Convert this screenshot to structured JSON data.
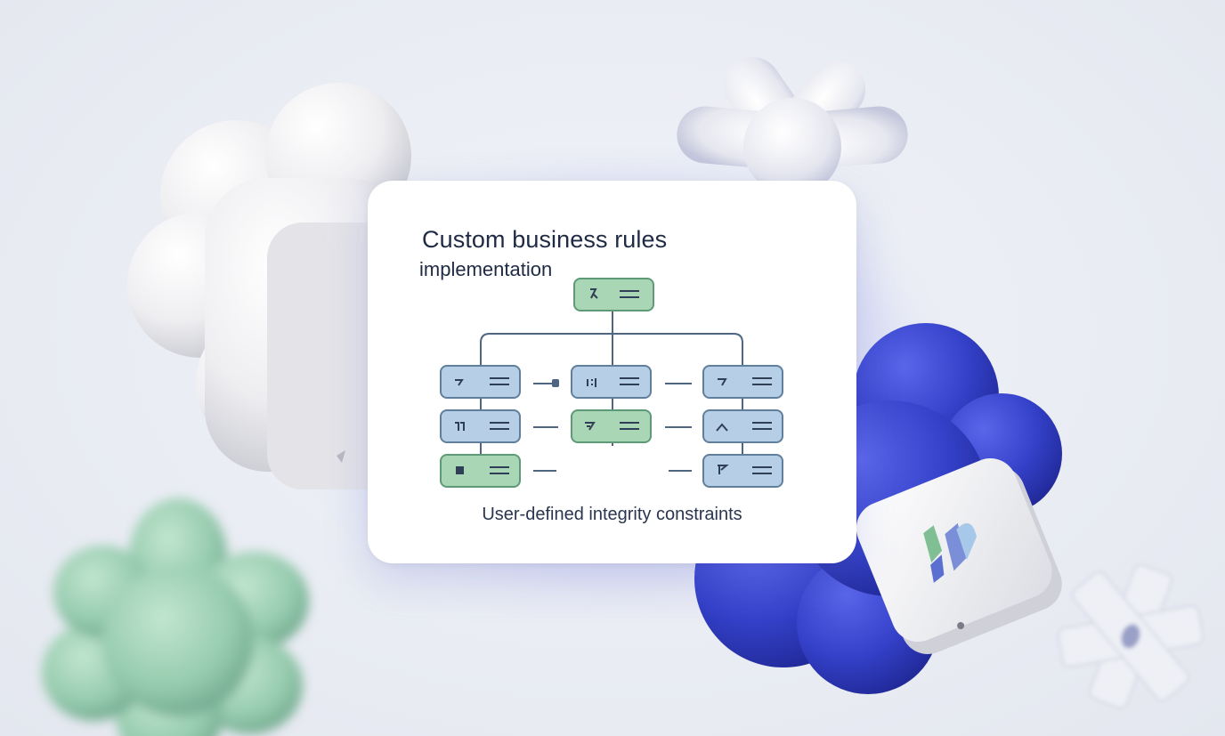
{
  "card": {
    "title_line1": "Custom business rules",
    "title_line2": "implementation",
    "caption": "User-defined integrity constraints"
  },
  "colors": {
    "background": "#ebedf3",
    "card": "#ffffff",
    "green_node_fill": "#a9d6b4",
    "green_node_stroke": "#5e9a78",
    "blue_node_fill": "#b7cfe6",
    "blue_node_stroke": "#5f7f9c",
    "connector": "#4f6680",
    "blob_blue": "#3440c8",
    "blob_green": "#9fd3b5",
    "blob_white": "#f2f2f4"
  },
  "icons": [
    "tree-diagram-icon",
    "logo-tile-icon"
  ]
}
